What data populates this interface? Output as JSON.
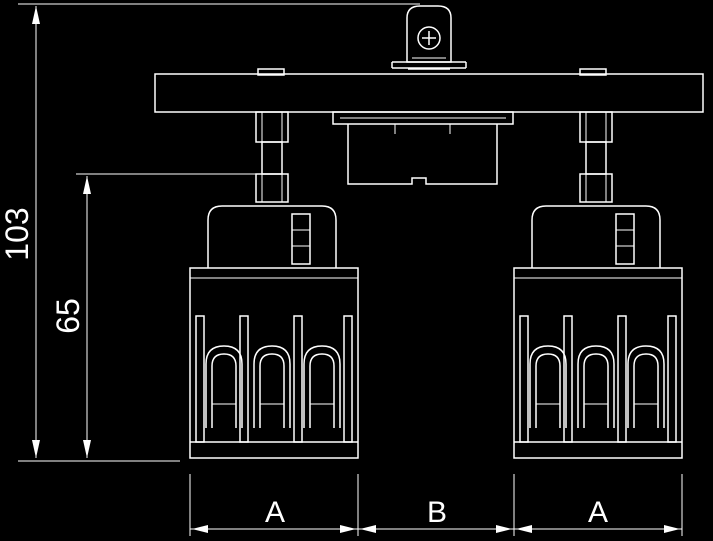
{
  "dimensions": {
    "overall_height": "103",
    "shaft_height": "65",
    "width_a_left": "A",
    "width_b": "B",
    "width_a_right": "A"
  },
  "colors": {
    "background": "#000000",
    "lines": "#ffffff"
  }
}
